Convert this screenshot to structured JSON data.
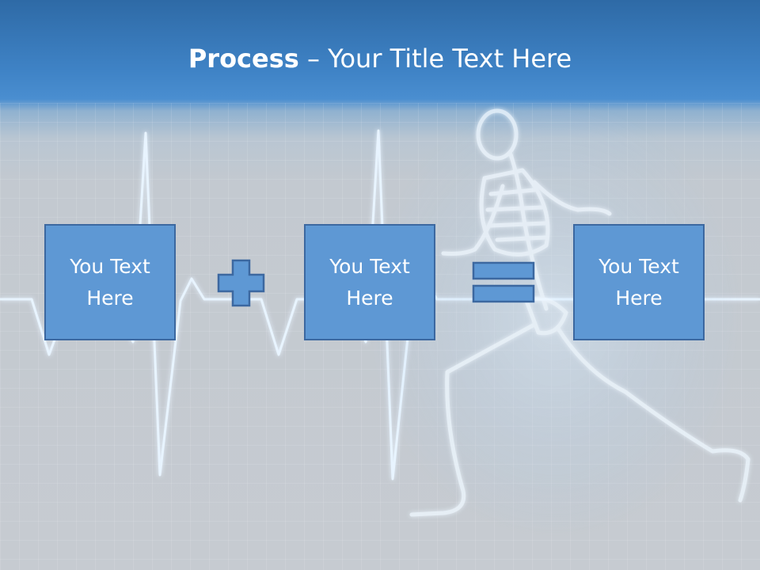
{
  "slide": {
    "title_bold": "Process",
    "title_rest": " – Your Title Text Here",
    "boxes": [
      {
        "text": "You Text Here"
      },
      {
        "text": "You Text Here"
      },
      {
        "text": "You Text Here"
      }
    ],
    "operators": [
      "plus-icon",
      "equals-icon"
    ],
    "colors": {
      "header_blue": "#3f83c6",
      "box_fill": "#5e98d4",
      "box_border": "#3c68a0",
      "background_gray": "#c6cbd1"
    }
  }
}
